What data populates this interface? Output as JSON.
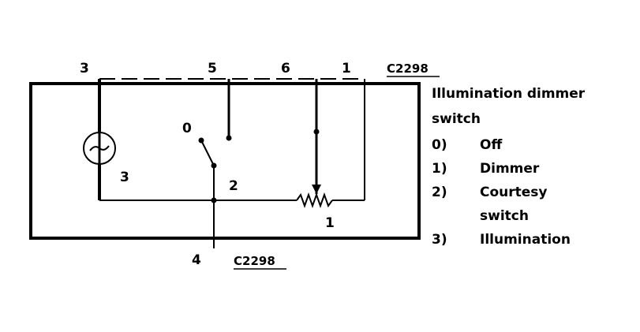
{
  "pins": {
    "p3": "3",
    "p5": "5",
    "p6": "6",
    "p1": "1",
    "p4": "4"
  },
  "connector": {
    "top": "C2298",
    "bottom": "C2298"
  },
  "components": {
    "lamp": "3",
    "switch_pos0": "0",
    "switch_pos2": "2",
    "rheostat": "1"
  },
  "legend": {
    "title_line1": "Illumination dimmer",
    "title_line2": "switch",
    "items": [
      {
        "key": "0)",
        "label": "Off"
      },
      {
        "key": "1)",
        "label": "Dimmer"
      },
      {
        "key": "2)",
        "label": "Courtesy"
      },
      {
        "key": "",
        "label": "switch"
      },
      {
        "key": "3)",
        "label": "Illumination"
      }
    ]
  }
}
